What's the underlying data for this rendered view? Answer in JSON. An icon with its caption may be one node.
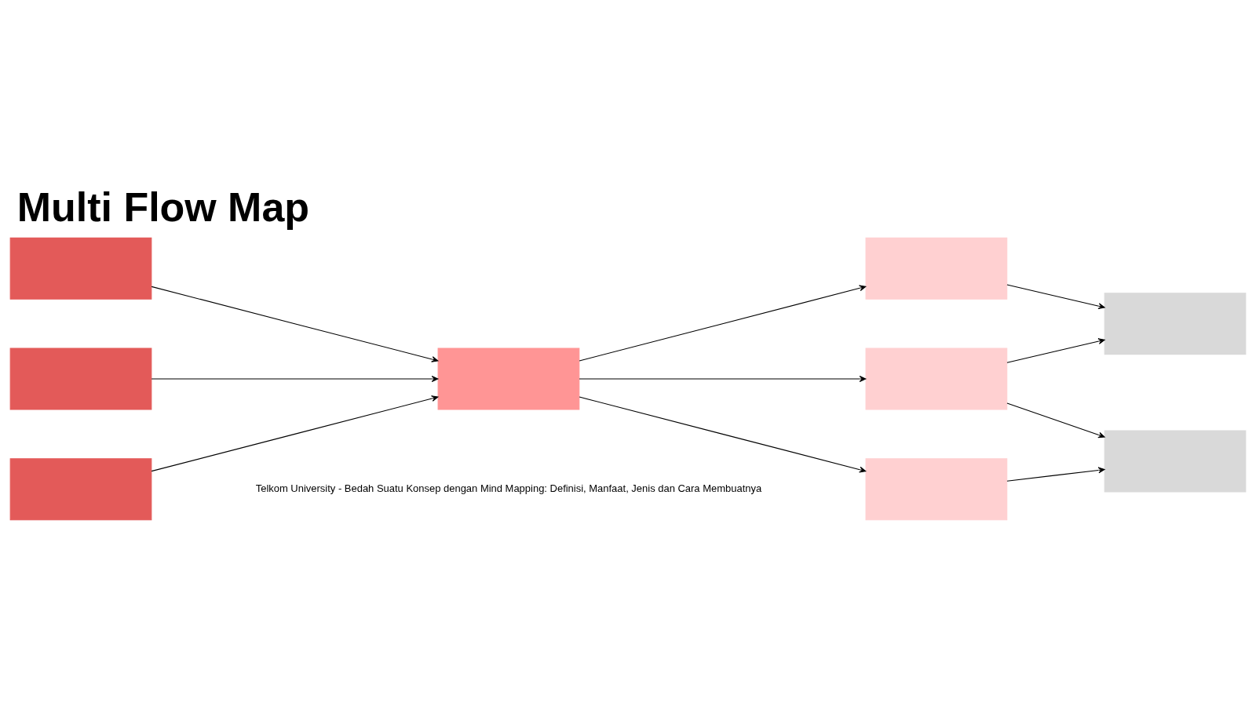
{
  "diagram": {
    "title": "Multi Flow Map",
    "caption": "Telkom University - Bedah Suatu Konsep dengan Mind Mapping: Definisi, Manfaat, Jenis dan Cara Membuatnya",
    "nodes": [
      {
        "text": [],
        "shape": "box"
      },
      {
        "text": [],
        "shape": "box"
      },
      {
        "text": [],
        "shape": "box"
      },
      {
        "text": [],
        "shape": "box"
      },
      {
        "text": [],
        "shape": "box"
      },
      {
        "text": [],
        "shape": "box"
      },
      {
        "text": [],
        "shape": "box"
      },
      {
        "text": [],
        "shape": "box"
      },
      {
        "text": [],
        "shape": "box"
      }
    ],
    "edges": [
      {
        "from": 0,
        "to": 3,
        "arrow": "to"
      },
      {
        "from": 1,
        "to": 3,
        "arrow": "to"
      },
      {
        "from": 2,
        "to": 3,
        "arrow": "to"
      },
      {
        "from": 3,
        "to": 4,
        "arrow": "to"
      },
      {
        "from": 3,
        "to": 5,
        "arrow": "to"
      },
      {
        "from": 3,
        "to": 6,
        "arrow": "to"
      },
      {
        "from": 4,
        "to": 7,
        "arrow": "to"
      },
      {
        "from": 5,
        "to": 7,
        "arrow": "to"
      },
      {
        "from": 5,
        "to": 8,
        "arrow": "to"
      },
      {
        "from": 6,
        "to": 8,
        "arrow": "to"
      }
    ]
  }
}
